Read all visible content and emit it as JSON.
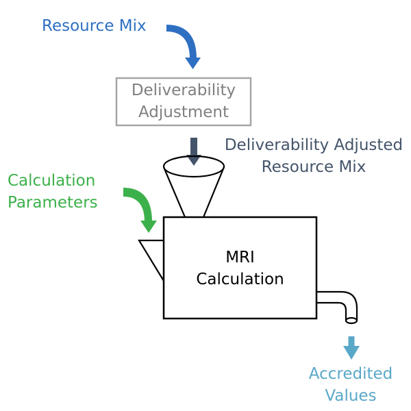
{
  "labels": {
    "resource_mix": "Resource Mix",
    "deliverability_adjustment_line1": "Deliverability",
    "deliverability_adjustment_line2": "Adjustment",
    "adjusted_mix_line1": "Deliverability Adjusted",
    "adjusted_mix_line2": "Resource Mix",
    "calc_params_line1": "Calculation",
    "calc_params_line2": "Parameters",
    "mri_line1": "MRI",
    "mri_line2": "Calculation",
    "accredited_line1": "Accredited",
    "accredited_line2": "Values"
  },
  "colors": {
    "resource_mix": "#2e6fc2",
    "deliverability_box": "#7f7f7f",
    "adjusted_mix": "#44546a",
    "calc_params": "#3cb04a",
    "accredited": "#5aa8c8",
    "machine": "#000000"
  }
}
